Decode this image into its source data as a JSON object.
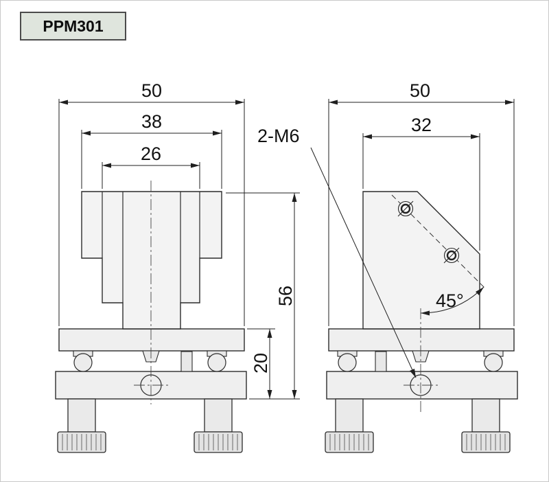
{
  "title": "PPM301",
  "views": {
    "front": {
      "dims": {
        "overall_width": "50",
        "upper_width": "38",
        "inner_width": "26",
        "body_height": "56",
        "base_height": "20"
      }
    },
    "side": {
      "dims": {
        "overall_width": "50",
        "top_width": "32"
      },
      "thread_callout": "2-M6",
      "angle_label": "45°"
    }
  },
  "colors": {
    "label_box_bg": "#dfe5dd",
    "label_box_border": "#4b4b4b",
    "line": "#2b2b2b",
    "fill_body": "#f3f3f3"
  }
}
